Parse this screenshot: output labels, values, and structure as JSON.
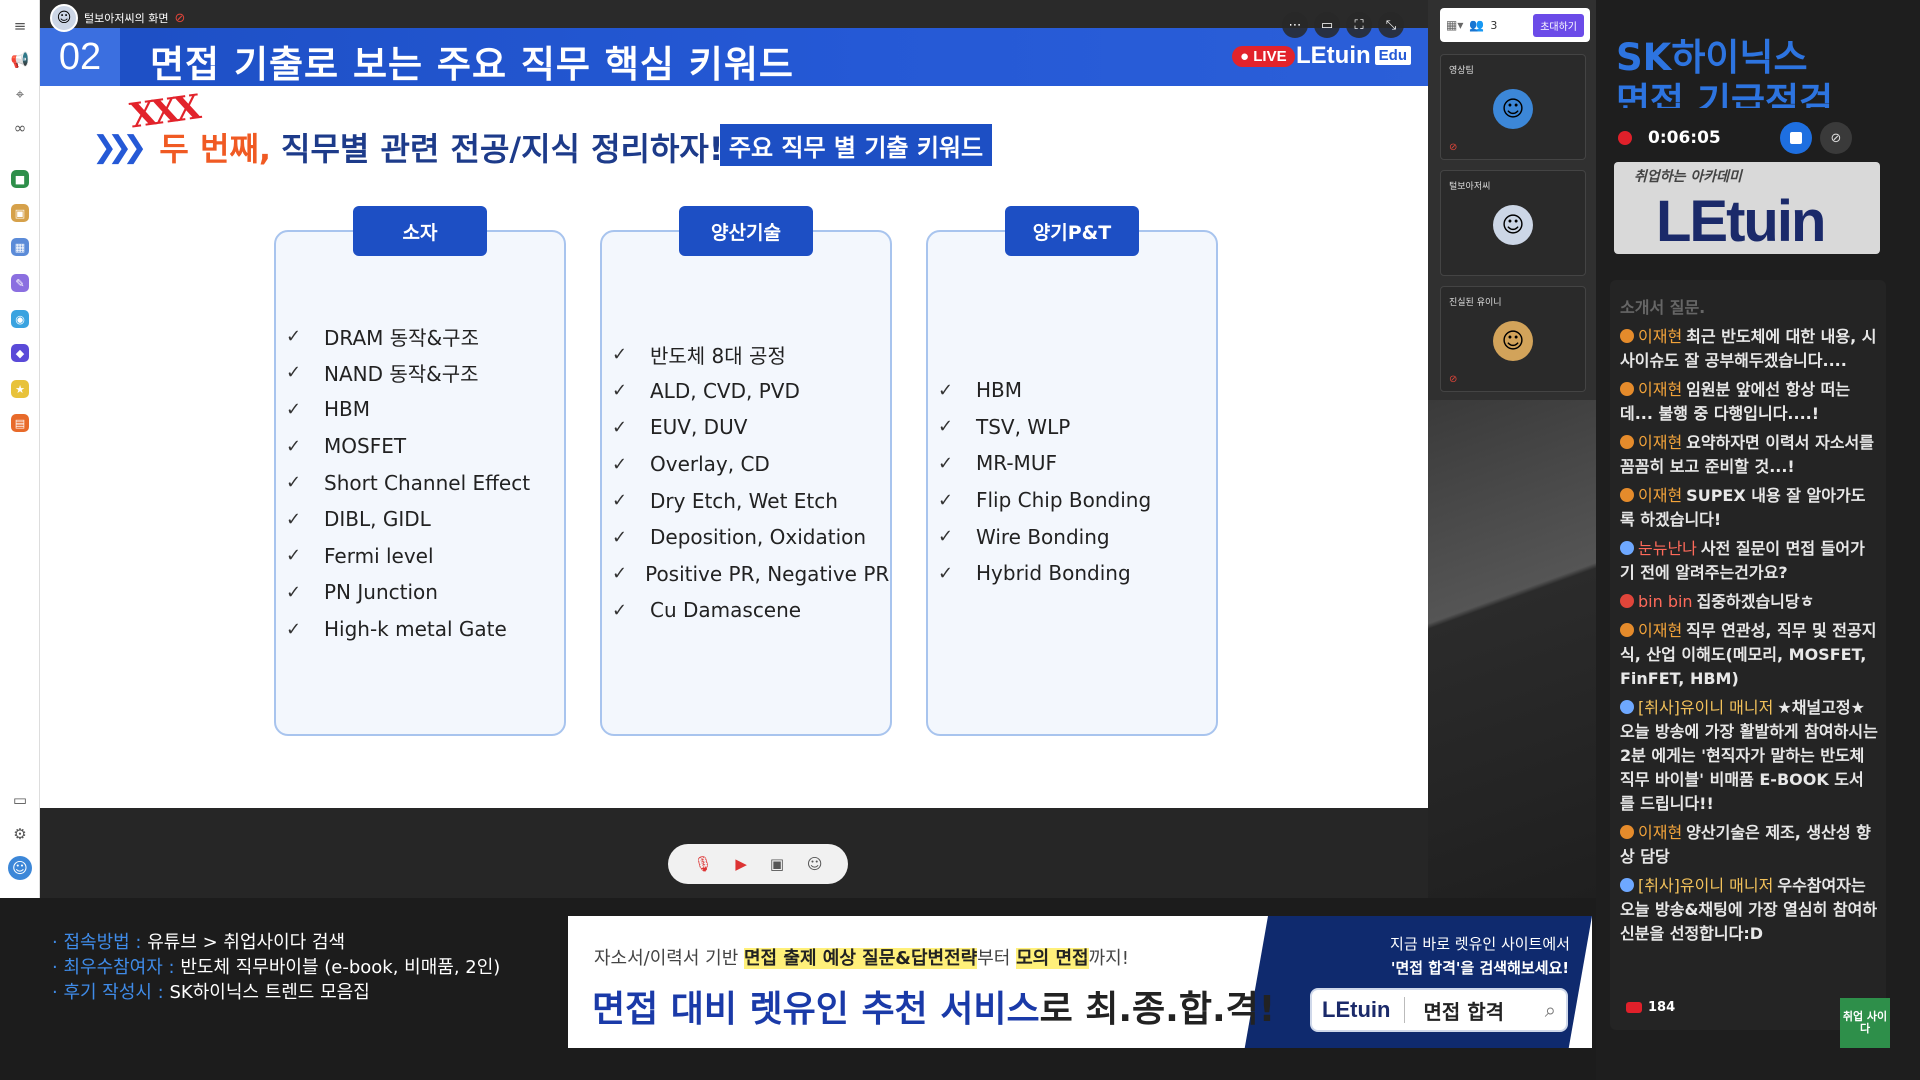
{
  "share": {
    "label": "털보아저씨의 화면"
  },
  "slide": {
    "number": "02",
    "title": "면접 기출로 보는 주요 직무 핵심 키워드",
    "live": "LIVE",
    "brand": "LEtuin",
    "brand_suffix": "Edu",
    "scribble": "XXX",
    "subhead_orange": "두 번째,",
    "subhead_blue": "직무별 관련 전공/지식 정리하자!",
    "keyword_box": "주요 직무 별 기출 키워드",
    "columns": [
      {
        "title": "소자",
        "items": [
          "DRAM 동작&구조",
          "NAND 동작&구조",
          "HBM",
          "MOSFET",
          "Short Channel Effect",
          "DIBL, GIDL",
          "Fermi level",
          "PN Junction",
          "High-k metal Gate"
        ]
      },
      {
        "title": "양산기술",
        "items": [
          "반도체 8대 공정",
          "ALD, CVD, PVD",
          "EUV, DUV",
          "Overlay, CD",
          "Dry Etch, Wet Etch",
          "Deposition, Oxidation",
          "Positive PR, Negative PR",
          "Cu Damascene"
        ]
      },
      {
        "title": "양기P&T",
        "items": [
          "HBM",
          "TSV, WLP",
          "MR-MUF",
          "Flip Chip Bonding",
          "Wire Bonding",
          "Hybrid Bonding"
        ]
      }
    ]
  },
  "icons": {
    "check": "check-icon",
    "colors": {
      "primary": "#1d4fc4",
      "accent": "#f05a23",
      "live": "#e2232b"
    }
  },
  "thumbs": {
    "count": "3",
    "invite": "초대하기",
    "cards": [
      {
        "name": "영상팀"
      },
      {
        "name": "털보아저씨"
      },
      {
        "name": "진실된 유이니"
      }
    ]
  },
  "right": {
    "title_line1": "SK하이닉스",
    "title_line2": "면접 기급점검",
    "rec_time": "0:06:05",
    "banner_top": "취업하는 아카데미",
    "banner_brand": "LEtuin",
    "chat": [
      {
        "author": "",
        "text": "소개서 질문.",
        "dim": true,
        "kind": ""
      },
      {
        "author": "이재현",
        "text": "최근 반도체에 대한 내용, 시사이슈도 잘 공부해두겠습니다....",
        "kind": "orange"
      },
      {
        "author": "이재현",
        "text": "임원분 앞에선 항상 떠는데... 불행 중 다행입니다....!",
        "kind": "orange"
      },
      {
        "author": "이재현",
        "text": "요약하자면 이력서 자소서를 꼼꼼히 보고 준비할 것...!",
        "kind": "orange"
      },
      {
        "author": "이재현",
        "text": "SUPEX 내용 잘 알아가도록 하겠습니다!",
        "kind": "orange"
      },
      {
        "author": "눈뉴난나",
        "text": "사전 질문이 면접 들어가기 전에 알려주는건가요?",
        "kind": "red"
      },
      {
        "author": "bin bin",
        "text": "집중하겠습니당ㅎ",
        "kind": "red"
      },
      {
        "author": "이재현",
        "text": "직무 연관성, 직무 및 전공지식, 산업 이해도(메모리, MOSFET, FinFET, HBM)",
        "kind": "orange"
      },
      {
        "author": "[취사]유이니 매니저",
        "text": "★채널고정★ 오늘 방송에 가장 활발하게 참여하시는 2분 에게는 '현직자가 말하는 반도체 직무 바이블' 비매품 E-BOOK 도서를 드립니다!!",
        "kind": "mgr"
      },
      {
        "author": "이재현",
        "text": "양산기술은 제조, 생산성 향상 담당",
        "kind": "orange"
      },
      {
        "author": "[취사]유이니 매니저",
        "text": "우수참여자는 오늘 방송&채팅에 가장 열심히 참여하신분을 선정합니다:D",
        "kind": "mgr"
      }
    ],
    "viewers": "184",
    "corner_logo": "취업 사이다"
  },
  "info": [
    {
      "key": "· 접속방법 :",
      "value": "유튜브 > 취업사이다 검색"
    },
    {
      "key": "· 최우수참여자 :",
      "value": "반도체 직무바이블 (e-book, 비매품, 2인)"
    },
    {
      "key": "· 후기 작성시 :",
      "value": "SK하이닉스 트렌드 모음집"
    }
  ],
  "ad": {
    "line1_pre": "자소서/이력서 기반",
    "line1_hl1": "면접 출제 예상 질문&답변전략",
    "line1_mid": "부터",
    "line1_hl2": "모의 면접",
    "line1_post": "까지!",
    "line2_blue": "면접 대비 렛유인 추천 서비스",
    "line2_ink": "로 최.종.합.격!",
    "right_line1": "지금 바로 렛유인 사이트에서",
    "right_line2": "'면접 합격'을 검색해보세요!",
    "search_brand": "LEtuin",
    "search_term": "면접 합격"
  }
}
